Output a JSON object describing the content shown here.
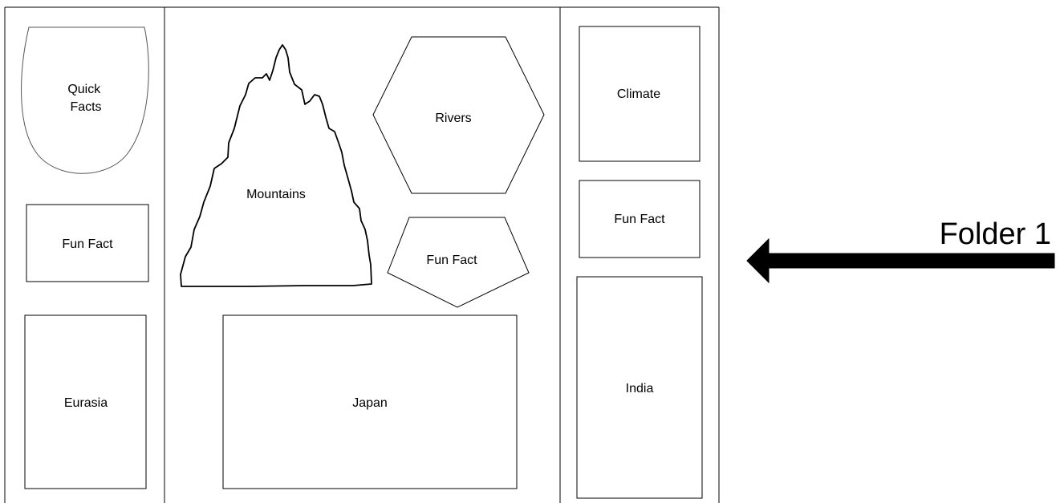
{
  "folder": {
    "left_panel": {
      "quick_facts": "Quick Facts",
      "fun_fact": "Fun Fact",
      "eurasia": "Eurasia"
    },
    "center_panel": {
      "mountains": "Mountains",
      "rivers": "Rivers",
      "fun_fact": "Fun Fact",
      "japan": "Japan"
    },
    "right_panel": {
      "climate": "Climate",
      "fun_fact": "Fun Fact",
      "india": "India"
    }
  },
  "callout": {
    "label": "Folder 1"
  }
}
